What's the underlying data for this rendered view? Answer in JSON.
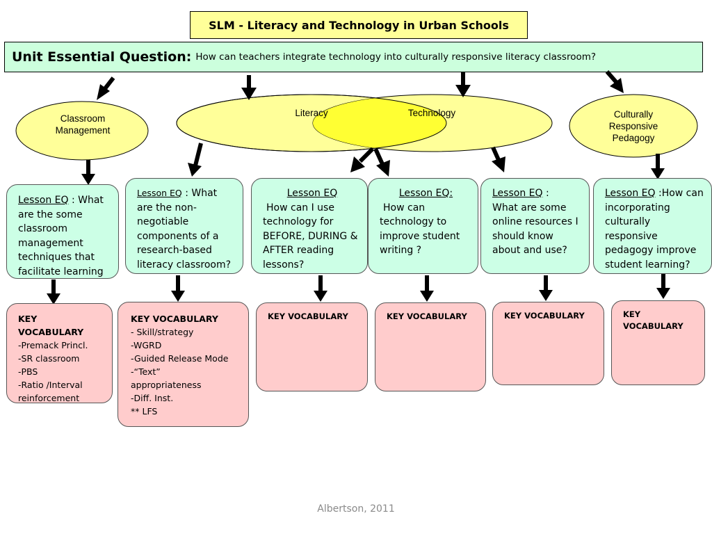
{
  "title": "SLM - Literacy and Technology in Urban Schools",
  "essential_question": {
    "label": "Unit Essential Question:",
    "text": "How can teachers integrate technology into culturally responsive literacy classroom?"
  },
  "topics": {
    "classroom_management": [
      "Classroom",
      "Management"
    ],
    "literacy": "Literacy",
    "technology": "Technology",
    "culturally_responsive": [
      "Culturally",
      "Responsive",
      "Pedagogy"
    ]
  },
  "lessons": [
    {
      "label": "Lesson EQ",
      "sep": " : ",
      "text": "What are the some classroom management techniques that facilitate learning"
    },
    {
      "label": "Lesson EQ",
      "sep": " : ",
      "text": "What are the non-negotiable components of  a research-based literacy classroom?"
    },
    {
      "label": "Lesson EQ",
      "sep": "",
      "text": "How can I use technology for BEFORE, DURING & AFTER  reading lessons?"
    },
    {
      "label": "Lesson EQ:",
      "sep": "",
      "text": "How can technology to improve student writing ?"
    },
    {
      "label": "Lesson EQ",
      "sep": " : ",
      "text": "What are some online resources I should know about and use?"
    },
    {
      "label": "Lesson EQ",
      "sep": " :",
      "text": "How can incorporating culturally responsive pedagogy improve student learning?"
    }
  ],
  "vocab_heading": "KEY VOCABULARY",
  "vocab": [
    [
      "-Premack Princl.",
      "-SR classroom",
      "-PBS",
      "-Ratio /Interval reinforcement"
    ],
    [
      "- Skill/strategy",
      "-WGRD",
      "-Guided Release Mode",
      "-“Text” appropriateness",
      "-Diff. Inst.",
      "** LFS"
    ],
    [],
    [],
    [],
    []
  ],
  "footer": "Albertson, 2011",
  "colors": {
    "title_fill": "#ffff99",
    "question_fill": "#ccffdd",
    "ellipse_fill": "#ffff99",
    "overlap_fill": "#ffff33",
    "lesson_fill": "#ccffe6",
    "vocab_fill": "#ffcccc"
  }
}
